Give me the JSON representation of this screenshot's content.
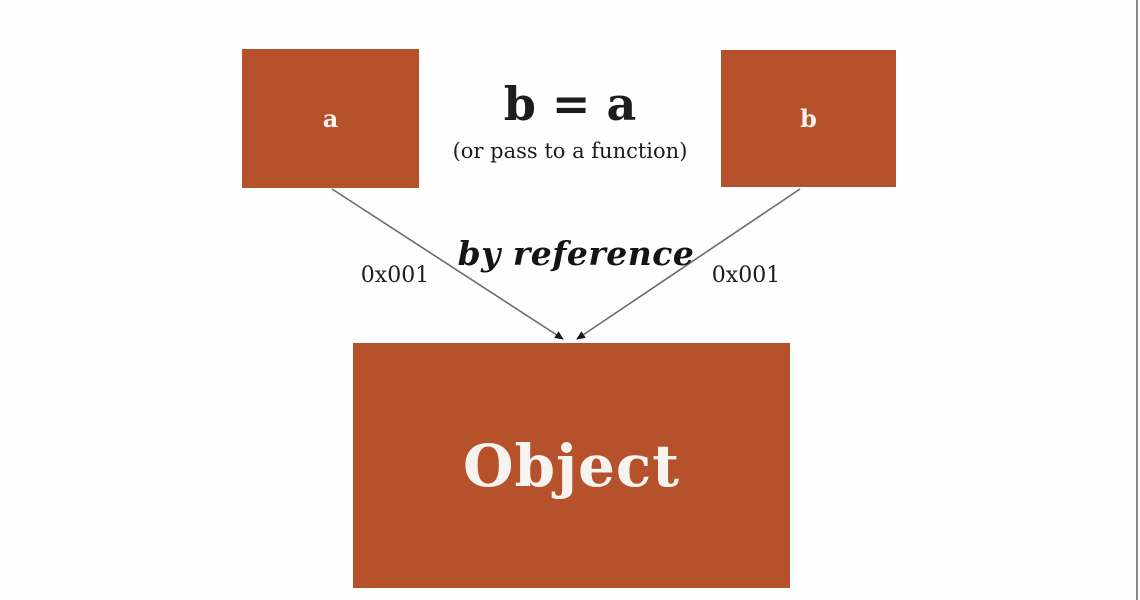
{
  "diagram": {
    "equation": "b = a",
    "equation_note": "(or pass to a function)",
    "mode_label": "by reference",
    "variable_a": {
      "label": "a"
    },
    "variable_b": {
      "label": "b"
    },
    "object": {
      "label": "Object"
    },
    "addresses": {
      "left": "0x001",
      "right": "0x001"
    },
    "colors": {
      "box_fill": "#b5522c",
      "box_text": "#f7f3ef",
      "text": "#1c1c1c",
      "arrow_line": "#6b6b6b",
      "arrow_head": "#1a1a1a",
      "background": "#fefefe",
      "edge_line": "#8a8a8a"
    }
  }
}
